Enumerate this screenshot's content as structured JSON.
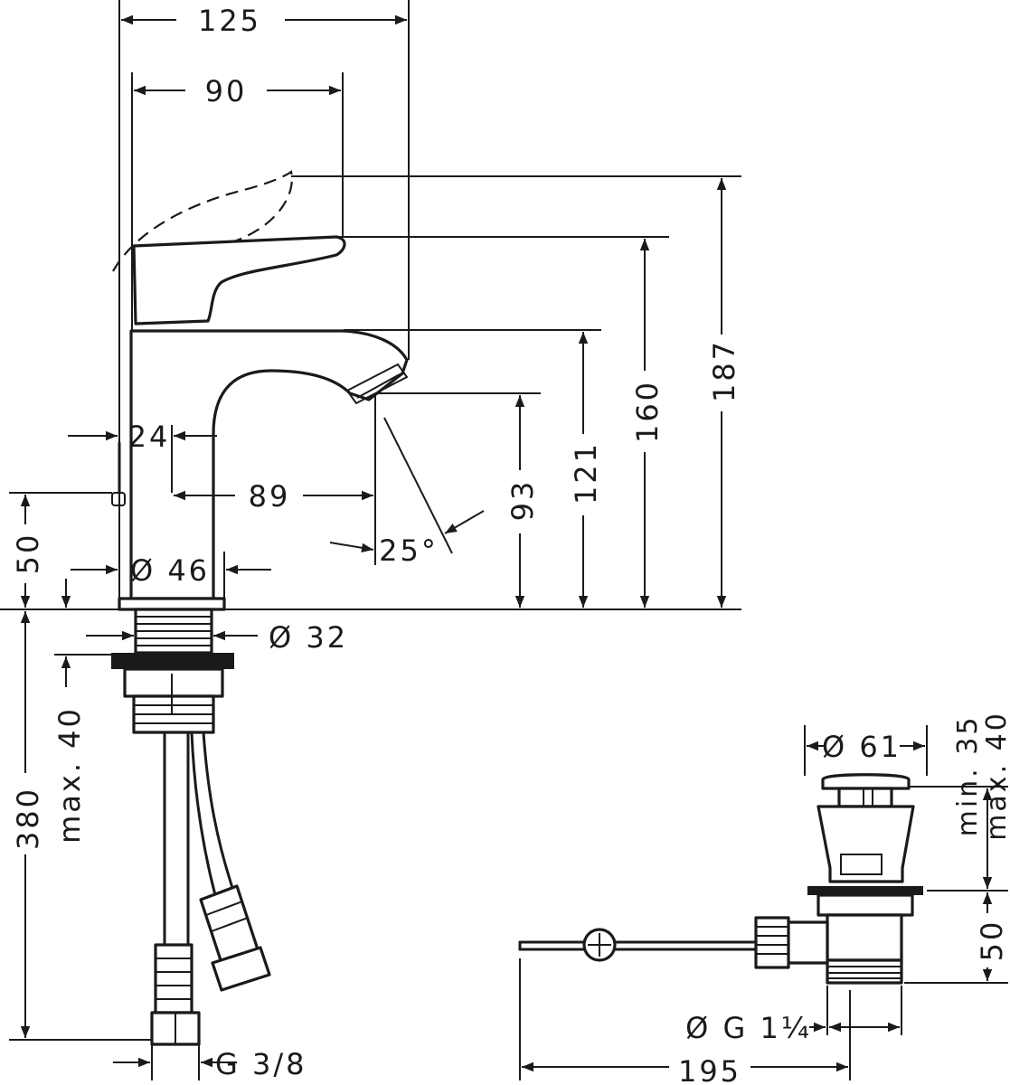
{
  "colors": {
    "line": "#1a1a1a",
    "background": "#ffffff"
  },
  "dimensions": {
    "width_125": "125",
    "width_90": "90",
    "height_187": "187",
    "height_160": "160",
    "height_121": "121",
    "height_93": "93",
    "dim_24": "24",
    "dim_89": "89",
    "angle_25": "25°",
    "dim_50_left": "50",
    "dia_46": "Ø 46",
    "dia_32": "Ø 32",
    "max_40": "max. 40",
    "dim_380": "380",
    "thread_g38": "G 3/8",
    "dia_61": "Ø 61",
    "min_35": "min. 35",
    "max_40_right": "max. 40",
    "dim_50_right": "50",
    "thread_g114": "Ø G 1¼",
    "dim_195": "195"
  }
}
